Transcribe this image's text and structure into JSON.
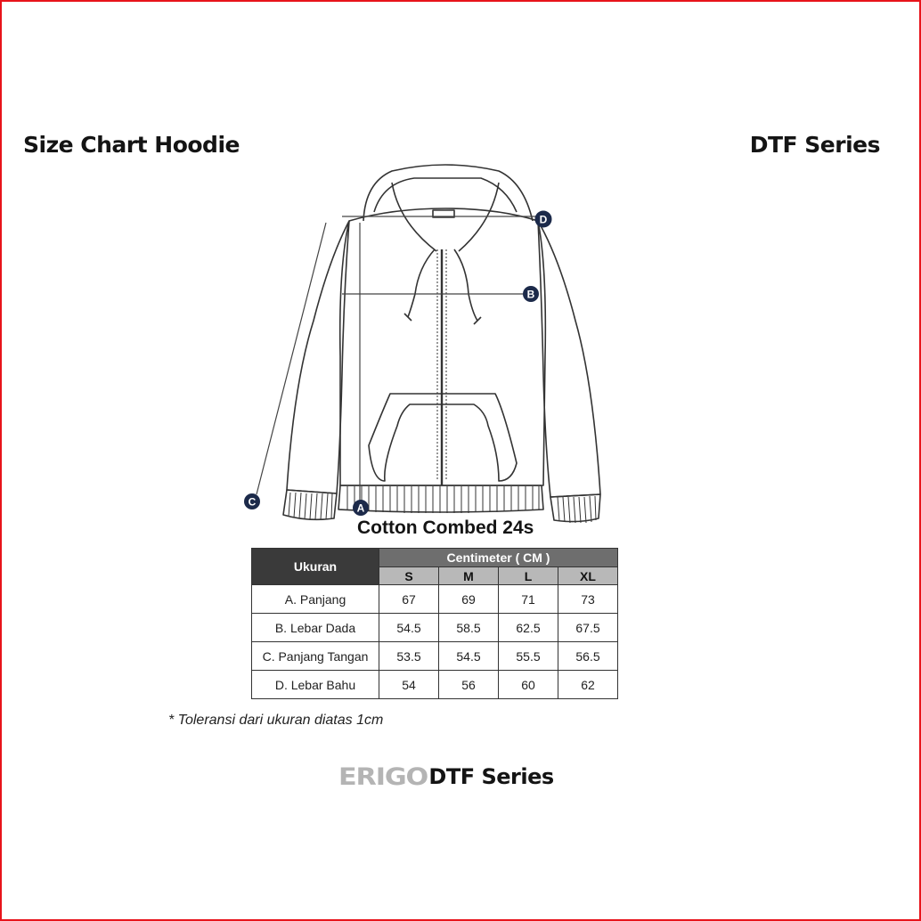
{
  "header": {
    "title": "Size Chart Hoodie",
    "series": "DTF Series"
  },
  "diagram": {
    "markers": [
      "A",
      "B",
      "C",
      "D"
    ],
    "marker_color": "#1c2a4a"
  },
  "fabric": "Cotton Combed 24s",
  "table": {
    "row_header": "Ukuran",
    "unit_header": "Centimeter ( CM )",
    "sizes": [
      "S",
      "M",
      "L",
      "XL"
    ],
    "rows": [
      {
        "label": "A. Panjang",
        "values": [
          "67",
          "69",
          "71",
          "73"
        ]
      },
      {
        "label": "B. Lebar Dada",
        "values": [
          "54.5",
          "58.5",
          "62.5",
          "67.5"
        ]
      },
      {
        "label": "C. Panjang Tangan",
        "values": [
          "53.5",
          "54.5",
          "55.5",
          "56.5"
        ]
      },
      {
        "label": "D. Lebar Bahu",
        "values": [
          "54",
          "56",
          "60",
          "62"
        ]
      }
    ]
  },
  "note": "* Toleransi dari ukuran diatas 1cm",
  "footer": {
    "logo": "ERIGO",
    "series": "DTF Series"
  },
  "colors": {
    "frame": "#e8141b",
    "header_dark": "#3a3a3a",
    "header_mid": "#6e6e6e",
    "header_light": "#b8b8b8"
  }
}
